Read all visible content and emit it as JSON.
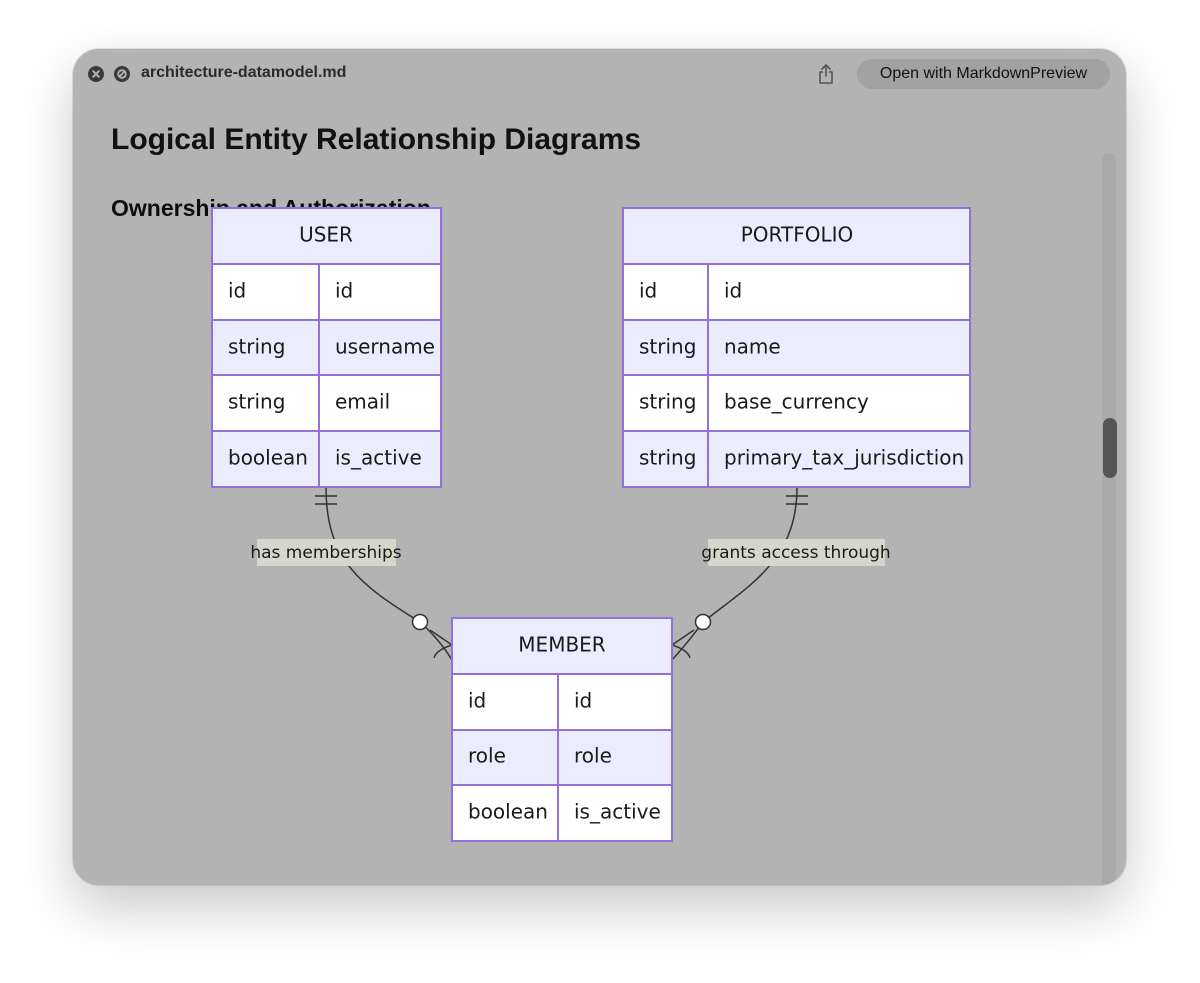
{
  "window": {
    "filename": "architecture-datamodel.md",
    "open_with_label": "Open with MarkdownPreview"
  },
  "document": {
    "heading": "Logical Entity Relationship Diagrams",
    "subheading": "Ownership and Authorization"
  },
  "diagram": {
    "entities": {
      "user": {
        "name": "USER",
        "attributes": [
          {
            "type": "id",
            "name": "id"
          },
          {
            "type": "string",
            "name": "username"
          },
          {
            "type": "string",
            "name": "email"
          },
          {
            "type": "boolean",
            "name": "is_active"
          }
        ]
      },
      "portfolio": {
        "name": "PORTFOLIO",
        "attributes": [
          {
            "type": "id",
            "name": "id"
          },
          {
            "type": "string",
            "name": "name"
          },
          {
            "type": "string",
            "name": "base_currency"
          },
          {
            "type": "string",
            "name": "primary_tax_jurisdiction"
          }
        ]
      },
      "member": {
        "name": "MEMBER",
        "attributes": [
          {
            "type": "id",
            "name": "id"
          },
          {
            "type": "role",
            "name": "role"
          },
          {
            "type": "boolean",
            "name": "is_active"
          }
        ]
      }
    },
    "relationships": [
      {
        "from": "USER",
        "to": "MEMBER",
        "label": "has memberships",
        "from_cardinality": "exactly-one",
        "to_cardinality": "zero-or-many"
      },
      {
        "from": "PORTFOLIO",
        "to": "MEMBER",
        "label": "grants access through",
        "from_cardinality": "exactly-one",
        "to_cardinality": "zero-or-many"
      }
    ],
    "colors": {
      "entity_border": "#9370db",
      "header_fill": "#ececff",
      "row_odd_fill": "#ffffff",
      "row_even_fill": "#ececff",
      "label_bg": "#d6d7cb",
      "line": "#333333"
    }
  }
}
